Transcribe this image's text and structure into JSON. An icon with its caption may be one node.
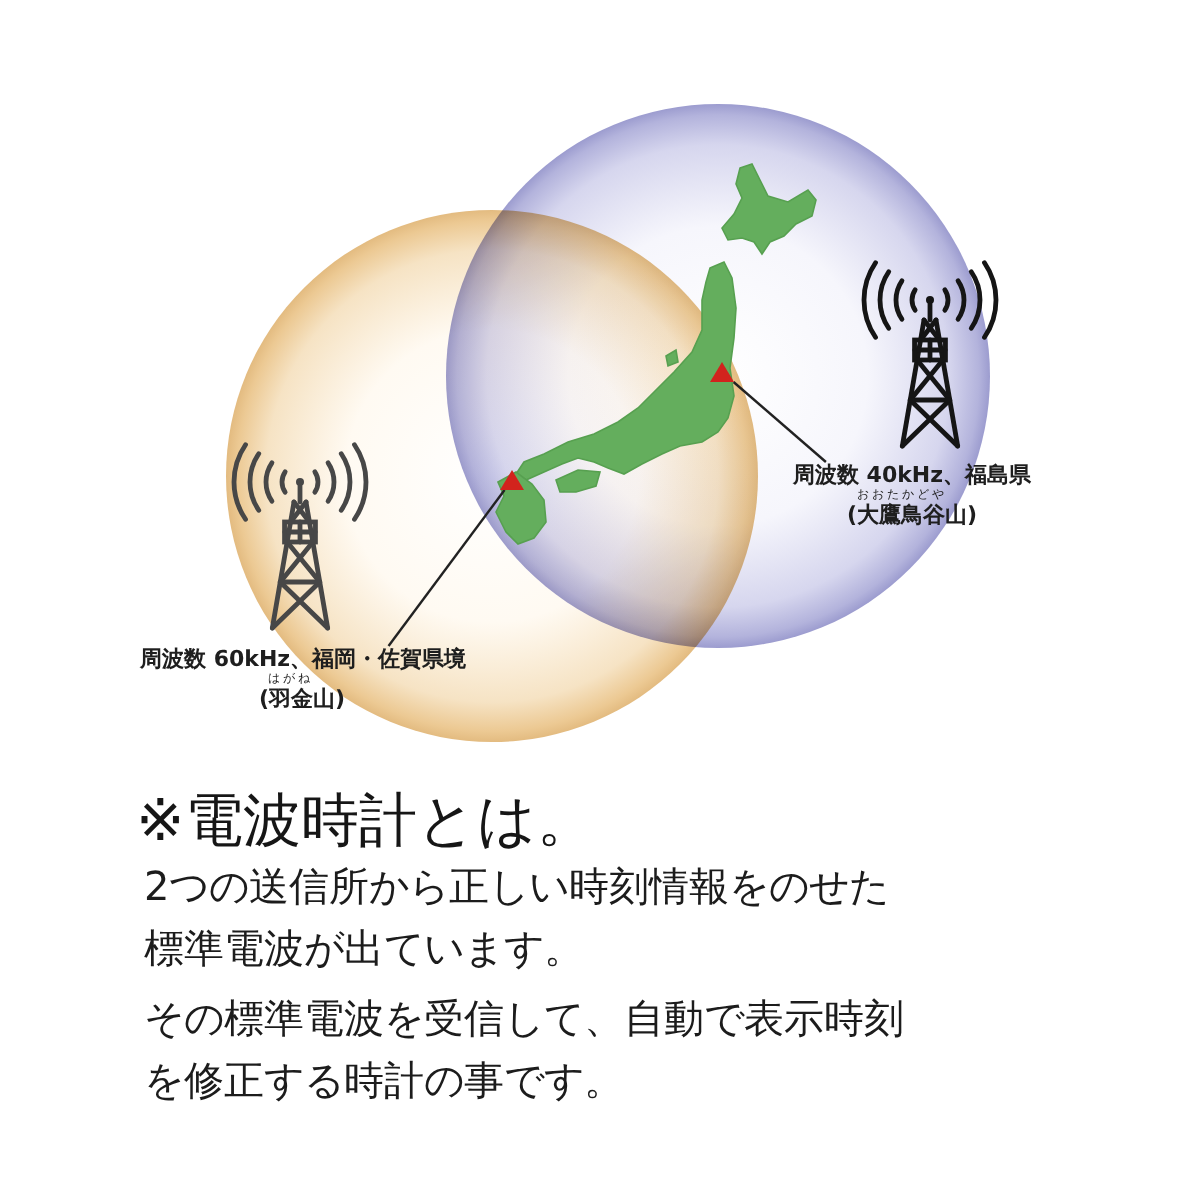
{
  "diagram": {
    "title": "※電波時計とは。",
    "nodes": [
      {
        "text": [
          "周波数 40kHz、福島県",
          "おおたかどや",
          "(大鷹鳥谷山)"
        ]
      },
      {
        "text": [
          "周波数 60kHz、福岡・佐賀県境",
          "はがね",
          "(羽金山)"
        ]
      },
      {
        "text": [],
        "shape": "triangle"
      },
      {
        "text": [],
        "shape": "triangle"
      }
    ],
    "edges": [
      {
        "from": 0,
        "to": 2,
        "arrow": "none"
      },
      {
        "from": 1,
        "to": 3,
        "arrow": "none"
      }
    ],
    "labels": [
      "2つの送信所から正しい時刻情報をのせた標準電波が出ています。",
      "その標準電波を受信して、自動で表示時刻を修正する時計の事です。"
    ]
  }
}
